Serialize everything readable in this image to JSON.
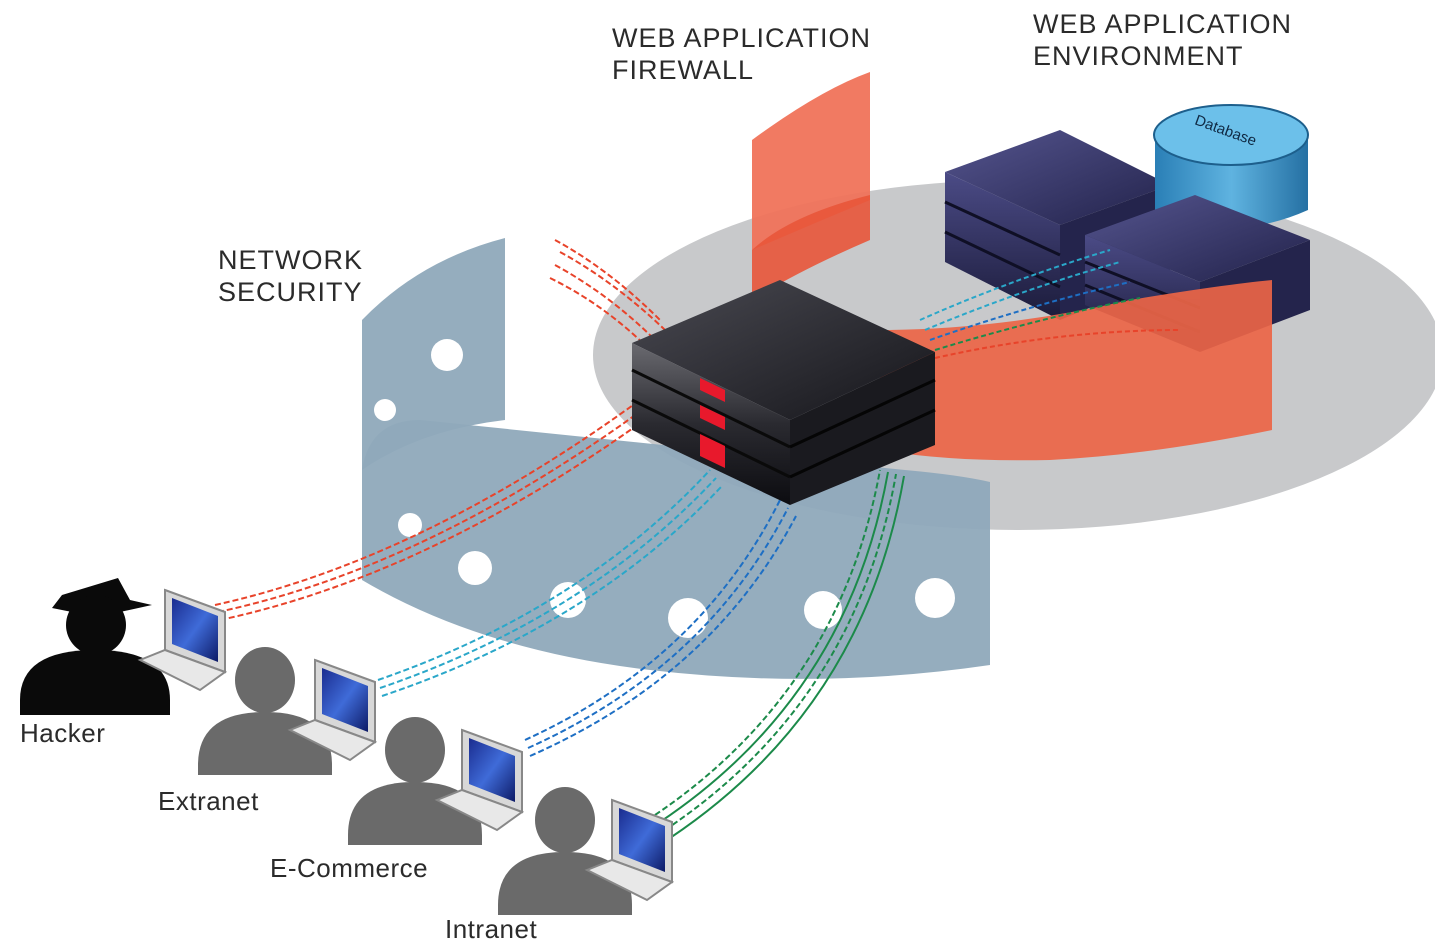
{
  "labels": {
    "waf_line1": "WEB APPLICATION",
    "waf_line2": "FIREWALL",
    "env_line1": "WEB APPLICATION",
    "env_line2": "ENVIRONMENT",
    "netsec_line1": "NETWORK",
    "netsec_line2": "SECURITY",
    "database": "Database"
  },
  "users": [
    {
      "label": "Hacker",
      "type": "hacker",
      "line_color": "#e8432a"
    },
    {
      "label": "Extranet",
      "type": "user",
      "line_color": "#2aa7c9"
    },
    {
      "label": "E-Commerce",
      "type": "user",
      "line_color": "#1e6fc4"
    },
    {
      "label": "Intranet",
      "type": "user",
      "line_color": "#1c8a4a"
    }
  ],
  "colors": {
    "firewall_red": "#f0735a",
    "network_blue": "#8fa9bb",
    "environment_gray": "#c8c9cb",
    "server_dark": "#1f1f24",
    "server_blue": "#3a3a78",
    "database_blue": "#3e95c9",
    "person_gray": "#6a6a6a",
    "hacker_black": "#0a0a0a"
  },
  "icons": [
    "hacker-icon",
    "person-icon",
    "laptop-icon",
    "server-icon",
    "database-icon"
  ]
}
